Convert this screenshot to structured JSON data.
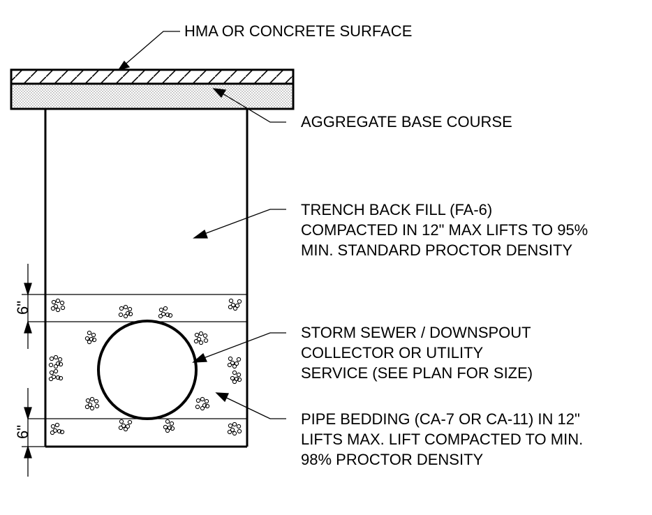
{
  "labels": {
    "surface": "HMA OR CONCRETE SURFACE",
    "base": "AGGREGATE BASE COURSE",
    "backfill": [
      "TRENCH BACK FILL (FA-6)",
      "COMPACTED IN 12\" MAX LIFTS TO 95%",
      "MIN. STANDARD PROCTOR DENSITY"
    ],
    "pipe": [
      "STORM SEWER / DOWNSPOUT",
      "COLLECTOR OR UTILITY",
      "SERVICE (SEE PLAN FOR SIZE)"
    ],
    "bedding": [
      "PIPE BEDDING (CA-7 OR CA-11) IN 12\"",
      "LIFTS MAX. LIFT COMPACTED TO MIN.",
      "98% PROCTOR DENSITY"
    ]
  },
  "dimensions": {
    "top": "6\"",
    "bottom": "6\""
  }
}
